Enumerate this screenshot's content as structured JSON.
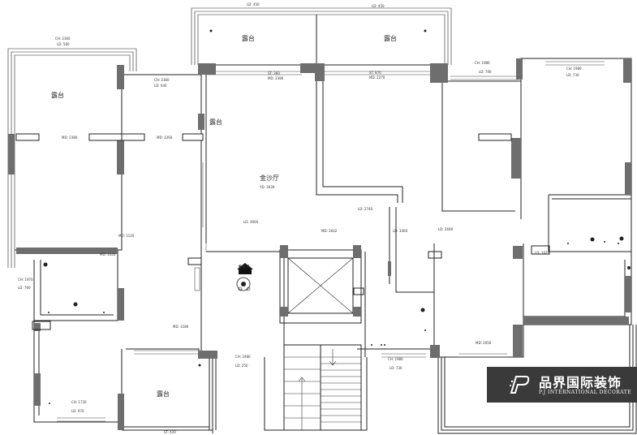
{
  "rooms": {
    "balcony": "露台",
    "main_hall": "金沙厅"
  },
  "dimensions": {
    "ld450_a": "LD: 450",
    "ld450_b": "LD: 450",
    "ch2360_top": "CH: 2360",
    "ld560": "LD: 560",
    "ch2360_mid": "CH: 2360",
    "ld640": "LD: 640",
    "st360": "ST: 360",
    "md2380": "MD: 2380",
    "st870": "ST: 870",
    "md2270": "MD: 2270",
    "ch1980_top": "CH: 1980",
    "ld700": "LD: 700",
    "ch1980_right": "CH: 1980",
    "ld730_right": "LD: 730",
    "md2380_left": "MD: 2380",
    "md2260": "MD: 2260",
    "yd3030": "YD: 3030",
    "ld2740": "LD: 2740",
    "ld3600": "LD: 3600",
    "md2642": "MD: 2642",
    "ld3400": "LD: 3400",
    "ld2690": "LD: 2690",
    "ld1020": "LD: 1020",
    "md3120": "MD: 3120",
    "md3140": "MD: 3140",
    "ch1970": "CH: 1970",
    "ld760": "LD: 760",
    "md3180": "MD: 3180",
    "md2050": "MD: 2050",
    "ch2480": "CH: 2480",
    "ld250": "LD: 250",
    "ch1980_bottom": "CH: 1980",
    "ld730_bottom": "LD: 730",
    "ch1720": "CH: 1720",
    "ld970": "LD: 970",
    "st420": "ST: 420"
  },
  "entry_tag": "ENT",
  "brand": {
    "name": "品界国际装饰",
    "subtitle": "P.J INTERNATIONAL DECORATE"
  }
}
